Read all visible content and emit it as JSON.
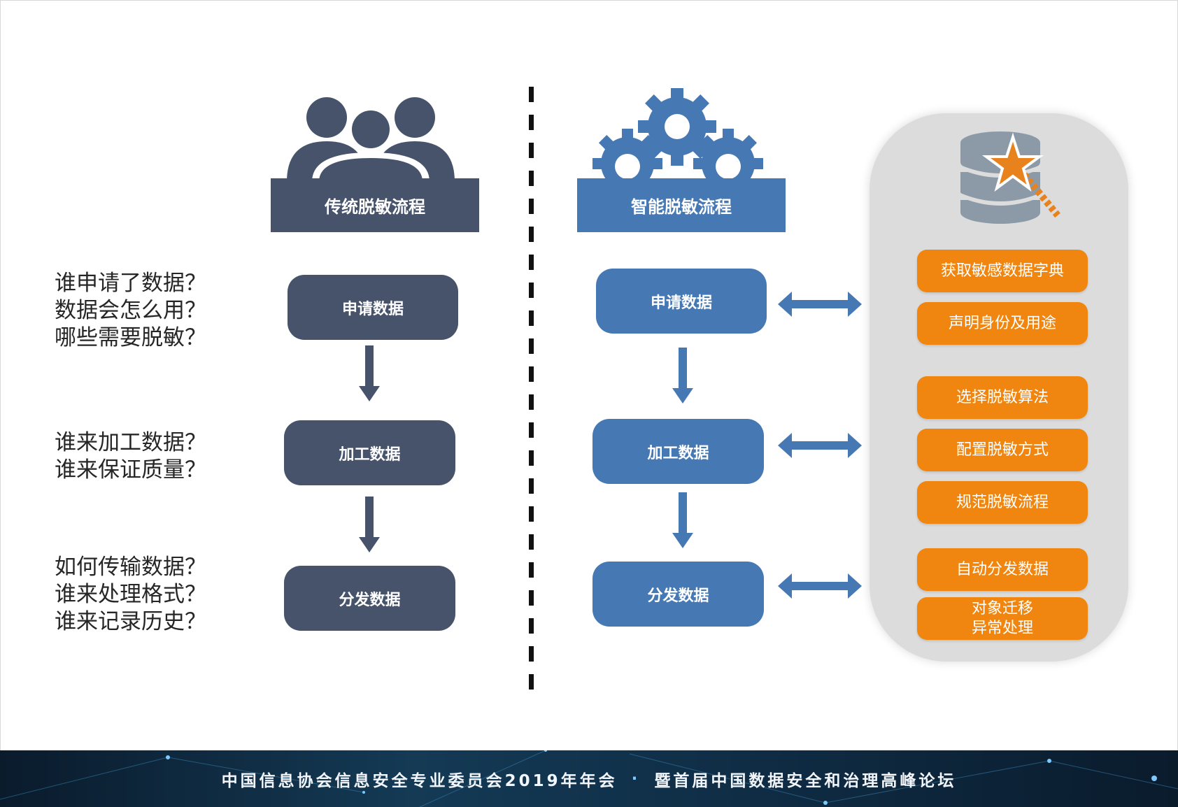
{
  "left": {
    "header": "传统脱敏流程",
    "steps": [
      "申请数据",
      "加工数据",
      "分发数据"
    ]
  },
  "right": {
    "header": "智能脱敏流程",
    "steps": [
      "申请数据",
      "加工数据",
      "分发数据"
    ]
  },
  "questions": [
    [
      "谁申请了数据？",
      "数据会怎么用？",
      "哪些需要脱敏？"
    ],
    [
      "谁来加工数据？",
      "谁来保证质量？"
    ],
    [
      "如何传输数据？",
      "谁来处理格式？",
      "谁来记录历史？"
    ]
  ],
  "panel": {
    "items": [
      [
        "获取敏感数据字典"
      ],
      [
        "声明身份及用途"
      ],
      [
        "选择脱敏算法"
      ],
      [
        "配置脱敏方式"
      ],
      [
        "规范脱敏流程"
      ],
      [
        "自动分发数据"
      ],
      [
        "对象迁移",
        "异常处理"
      ]
    ]
  },
  "footer": {
    "text_left": "中国信息协会信息安全专业委员会2019年年会",
    "separator": "·",
    "text_right": "暨首届中国数据安全和治理高峰论坛"
  },
  "colors": {
    "traditional": "#46536a",
    "smart": "#4678b4",
    "accent": "#f0860f",
    "panel": "#dcdcdc"
  },
  "icons": [
    "people-group-icon",
    "gears-icon",
    "database-magic-wand-icon",
    "arrow-down-icon",
    "double-arrow-icon"
  ]
}
